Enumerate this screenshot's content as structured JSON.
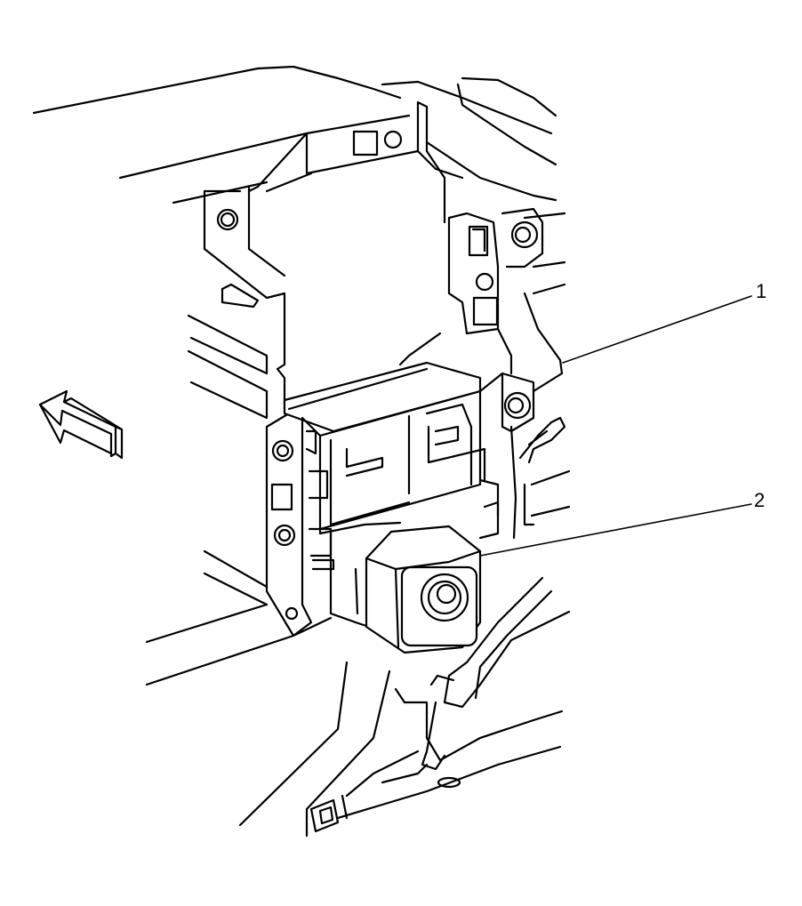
{
  "callouts": [
    {
      "id": 1,
      "label": "1"
    },
    {
      "id": 2,
      "label": "2"
    }
  ],
  "direction_arrow": {
    "icon": "forward-arrow-icon"
  },
  "colors": {
    "line": "#000000",
    "background": "#ffffff"
  }
}
